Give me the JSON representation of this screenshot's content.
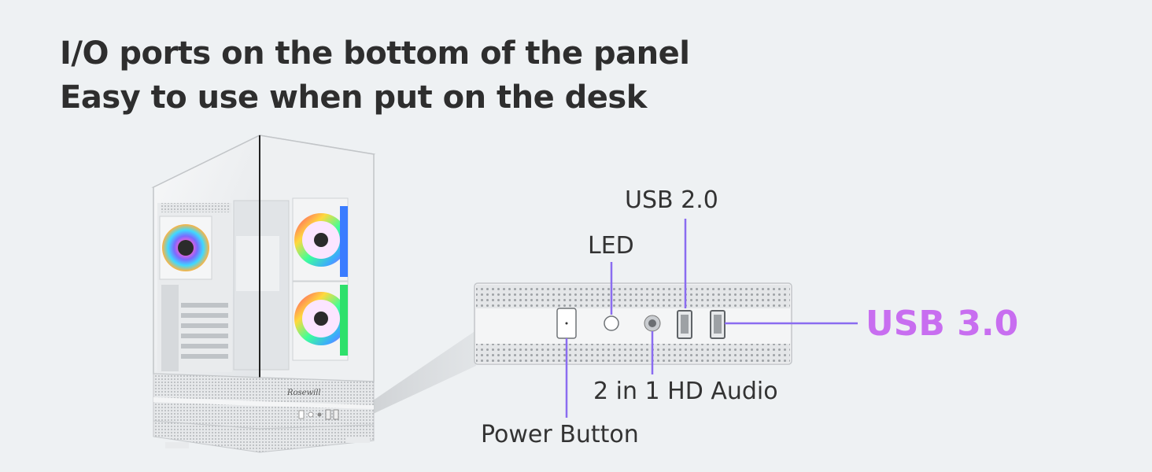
{
  "headline": {
    "line1": "I/O ports on the bottom of the panel",
    "line2": "Easy to use when put on the desk"
  },
  "case": {
    "brand_logo_text": "Rosewill"
  },
  "labels": {
    "usb2": "USB 2.0",
    "led": "LED",
    "usb3": "USB 3.0",
    "audio": "2 in 1 HD Audio",
    "power": "Power Button"
  },
  "colors": {
    "background": "#eef1f3",
    "leader_line": "#8a6cf0",
    "usb3_accent": "#c86ef0",
    "text": "#2e2e2e"
  },
  "icons": [
    "power-button-icon",
    "led-indicator-icon",
    "audio-jack-icon",
    "usb-port-icon"
  ]
}
